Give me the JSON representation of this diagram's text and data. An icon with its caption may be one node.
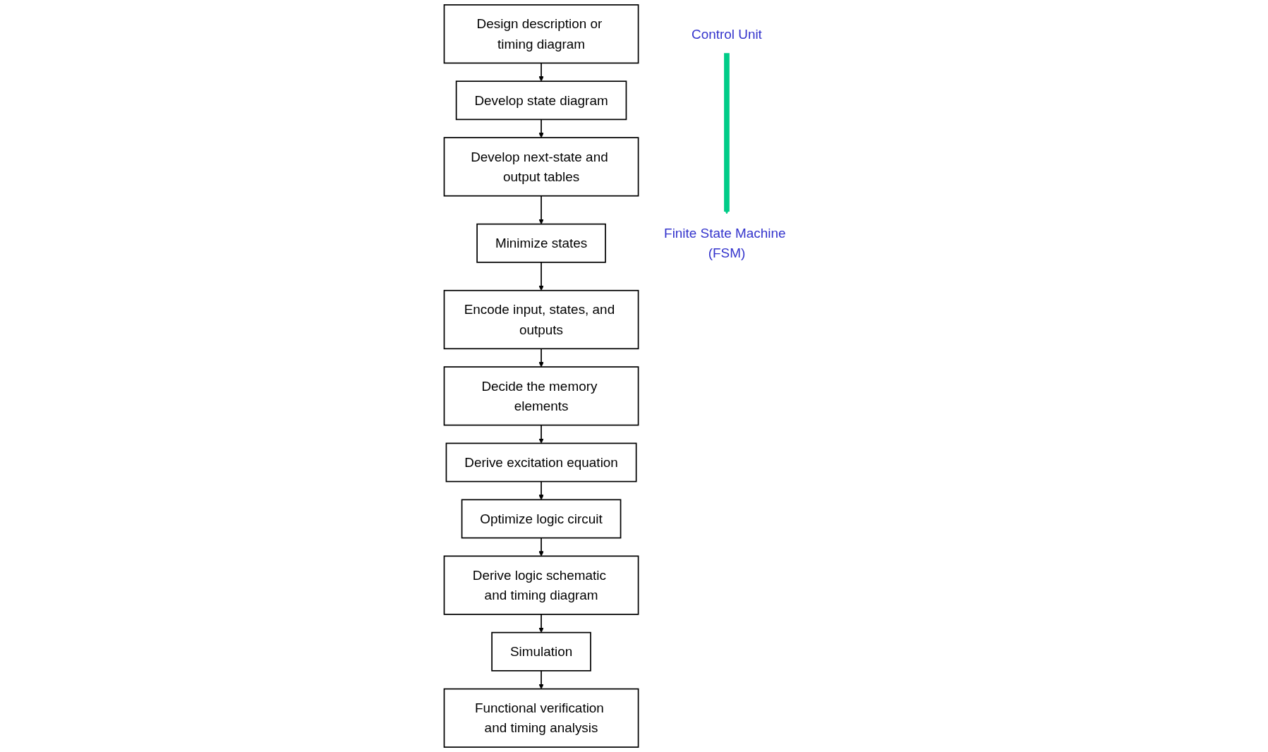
{
  "diagram": {
    "nodes": [
      {
        "text": [
          "Design description or timing diagram"
        ]
      },
      {
        "text": [
          "Develop state diagram"
        ]
      },
      {
        "text": [
          "Develop next-state and output tables"
        ]
      },
      {
        "text": [
          "Minimize states"
        ]
      },
      {
        "text": [
          "Encode input, states, and outputs"
        ]
      },
      {
        "text": [
          "Decide the memory elements"
        ]
      },
      {
        "text": [
          "Derive excitation equation"
        ]
      },
      {
        "text": [
          "Optimize logic circuit"
        ]
      },
      {
        "text": [
          "Derive logic schematic and timing diagram"
        ]
      },
      {
        "text": [
          "Simulation"
        ]
      },
      {
        "text": [
          "Functional verification and timing analysis"
        ]
      },
      {
        "text": [
          "Control Unit"
        ]
      },
      {
        "text": [
          "Finite State Machine (FSM)"
        ]
      }
    ],
    "edges": [
      {
        "from": 0,
        "to": 1,
        "arrow": "to"
      },
      {
        "from": 1,
        "to": 2,
        "arrow": "to"
      },
      {
        "from": 2,
        "to": 3,
        "arrow": "to"
      },
      {
        "from": 3,
        "to": 4,
        "arrow": "to"
      },
      {
        "from": 4,
        "to": 5,
        "arrow": "to"
      },
      {
        "from": 5,
        "to": 6,
        "arrow": "to"
      },
      {
        "from": 6,
        "to": 7,
        "arrow": "to"
      },
      {
        "from": 7,
        "to": 8,
        "arrow": "to"
      },
      {
        "from": 8,
        "to": 9,
        "arrow": "to"
      },
      {
        "from": 9,
        "to": 10,
        "arrow": "to"
      },
      {
        "from": 11,
        "to": 12,
        "arrow": "to",
        "style": "thick",
        "color": "#00cc88"
      }
    ]
  }
}
